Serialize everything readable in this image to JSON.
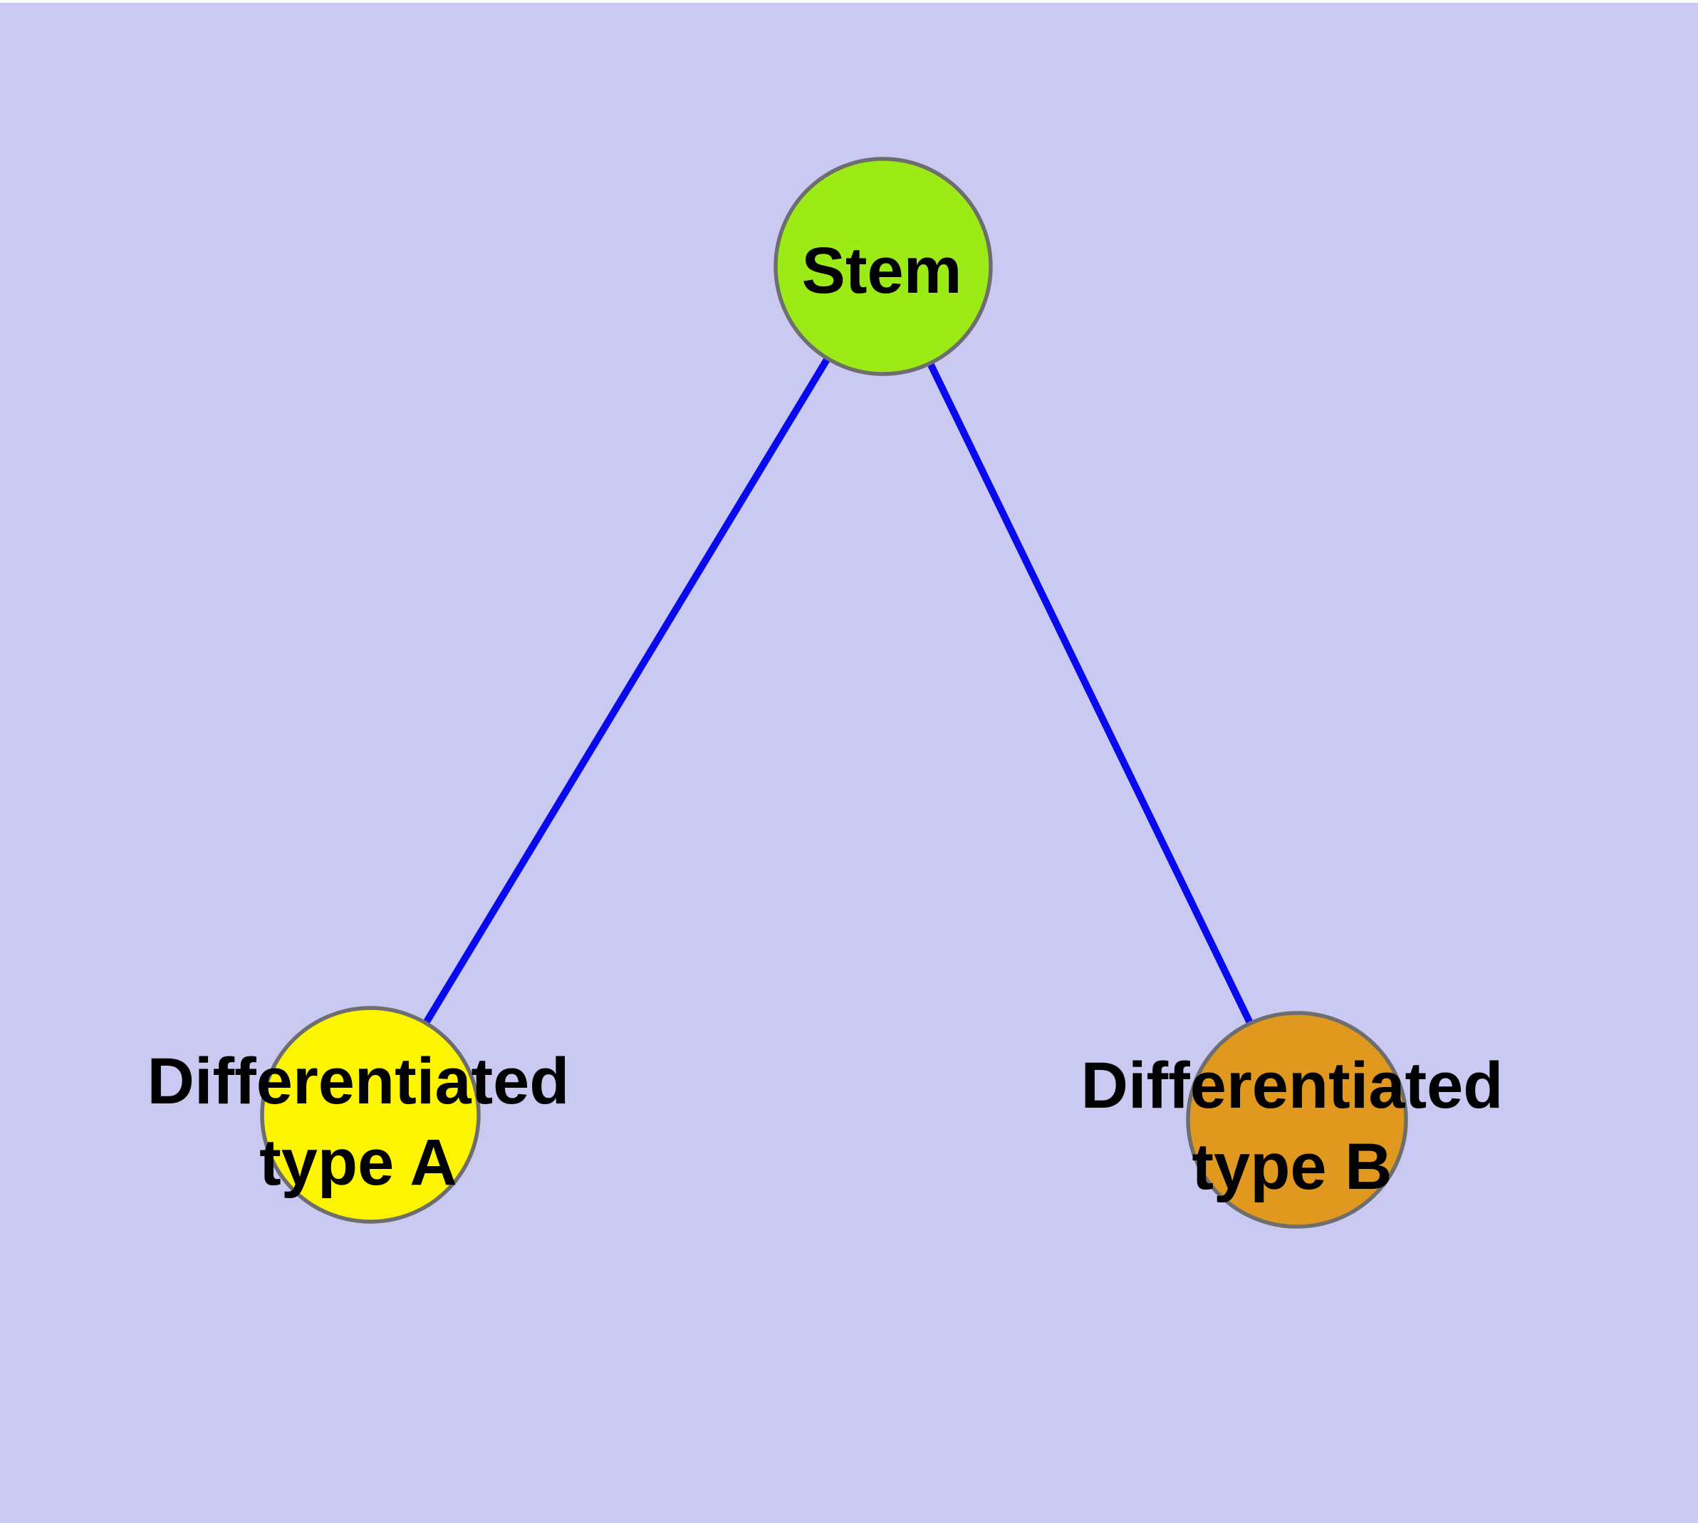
{
  "figure": {
    "background_color": "#c9c9f1",
    "margin_color": "#ffffff",
    "text_color": "#000000",
    "edge_color": "#0909ee",
    "node_border_color": "#6e6e6e",
    "nodes": [
      {
        "id": "stem",
        "label": "Stem",
        "fill_color": "#9deb16"
      },
      {
        "id": "differentiated-type-a",
        "label_line1": "Differentiated",
        "label_line2": "type A",
        "fill_color": "#fdf500"
      },
      {
        "id": "differentiated-type-b",
        "label_line1": "Differentiated",
        "label_line2": "type B",
        "fill_color": "#e0991e"
      }
    ],
    "edges": [
      {
        "from": "Stem",
        "to": "Differentiated type A"
      },
      {
        "from": "Stem",
        "to": "Differentiated type B"
      }
    ]
  }
}
